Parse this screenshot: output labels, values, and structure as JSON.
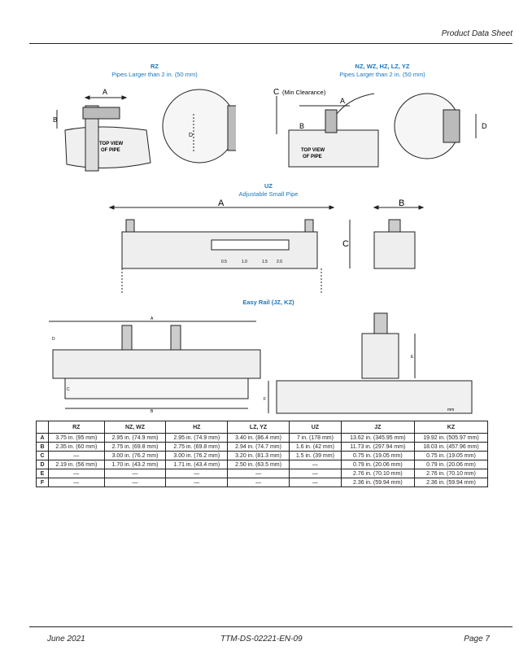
{
  "header": {
    "title": "Product Data Sheet"
  },
  "figures": {
    "rz": {
      "title": "RZ",
      "subtitle": "Pipes Larger than 2 in. (50 mm)",
      "label_a": "A",
      "label_b": "B",
      "label_d": "D",
      "top_view": "TOP VIEW",
      "of_pipe": "OF PIPE"
    },
    "nz": {
      "title": "NZ, WZ, HZ, LZ, YZ",
      "subtitle": "Pipes Larger than 2 in. (50 mm)",
      "label_c": "C",
      "min_clearance": "(Min Clearance)",
      "label_a": "A",
      "label_b": "B",
      "label_d": "D",
      "top_view": "TOP VIEW",
      "of_pipe": "OF PIPE"
    },
    "uz": {
      "title": "UZ",
      "subtitle": "Adjustable Small Pipe",
      "label_a": "A",
      "label_b": "B",
      "label_c": "C",
      "scale_ticks": [
        "0.5",
        "1.0",
        "1.5",
        "2.0"
      ]
    },
    "rail": {
      "title": "Easy Rail (JZ, KZ)",
      "label_a": "A",
      "label_b": "B",
      "label_c": "C",
      "label_d": "D",
      "label_e": "E",
      "label_f": "F",
      "unit": "mm"
    }
  },
  "table": {
    "columns": [
      "",
      "RZ",
      "NZ, WZ",
      "HZ",
      "LZ, YZ",
      "UZ",
      "JZ",
      "KZ"
    ],
    "rows": [
      [
        "A",
        "3.75 in. (95 mm)",
        "2.95 in. (74.9 mm)",
        "2.95 in. (74.9 mm)",
        "3.40 in. (86.4 mm)",
        "7 in. (178 mm)",
        "13.62 in. (345.95 mm)",
        "19.92 in. (505.97 mm)"
      ],
      [
        "B",
        "2.35 in. (60 mm)",
        "2.75 in. (69.8 mm)",
        "2.75 in. (69.8 mm)",
        "2.94 in. (74.7 mm)",
        "1.6 in. (42 mm)",
        "11.73 in. (297.94 mm)",
        "18.03 in. (457.96 mm)"
      ],
      [
        "C",
        "—",
        "3.00 in. (76.2 mm)",
        "3.00 in. (76.2 mm)",
        "3.20 in. (81.3 mm)",
        "1.5 in. (39 mm)",
        "0.75 in. (19.05 mm)",
        "0.75 in. (19.05 mm)"
      ],
      [
        "D",
        "2.19 in. (56 mm)",
        "1.70 in. (43.2 mm)",
        "1.71 in. (43.4 mm)",
        "2.50 in. (63.5 mm)",
        "—",
        "0.79 in. (20.06 mm)",
        "0.79 in. (20.06 mm)"
      ],
      [
        "E",
        "—",
        "—",
        "—",
        "—",
        "—",
        "2.76 in. (70.10 mm)",
        "2.76 in. (70.10 mm)"
      ],
      [
        "F",
        "—",
        "—",
        "—",
        "—",
        "—",
        "2.36 in. (59.94 mm)",
        "2.36 in. (59.94 mm)"
      ]
    ]
  },
  "footer": {
    "date": "June 2021",
    "doc_id": "TTM-DS-02221-EN-09",
    "page": "Page 7"
  }
}
